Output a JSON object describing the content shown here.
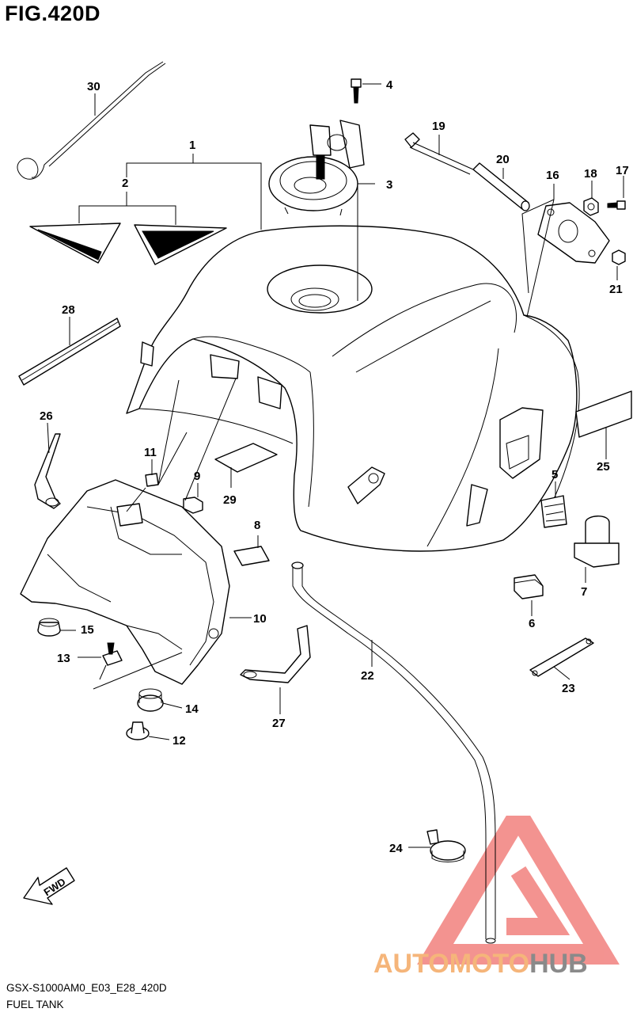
{
  "figure": {
    "title": "FIG.420D",
    "model_code": "GSX-S1000AM0_E03_E28_420D",
    "section_name": "FUEL TANK"
  },
  "callouts": [
    "1",
    "2",
    "3",
    "4",
    "5",
    "6",
    "7",
    "8",
    "9",
    "10",
    "11",
    "12",
    "13",
    "14",
    "15",
    "16",
    "17",
    "18",
    "19",
    "20",
    "21",
    "22",
    "23",
    "24",
    "25",
    "26",
    "27",
    "28",
    "29",
    "30"
  ],
  "direction_arrow": {
    "label": "FWD"
  },
  "watermark": {
    "text_part1": "AUTOMOTO",
    "text_part2": "HUB",
    "color_part1": "#f5b57a",
    "color_part2": "#8a8a8a",
    "logo_color": "#ef6f6c"
  },
  "colors": {
    "line": "#000000",
    "background": "#ffffff"
  }
}
